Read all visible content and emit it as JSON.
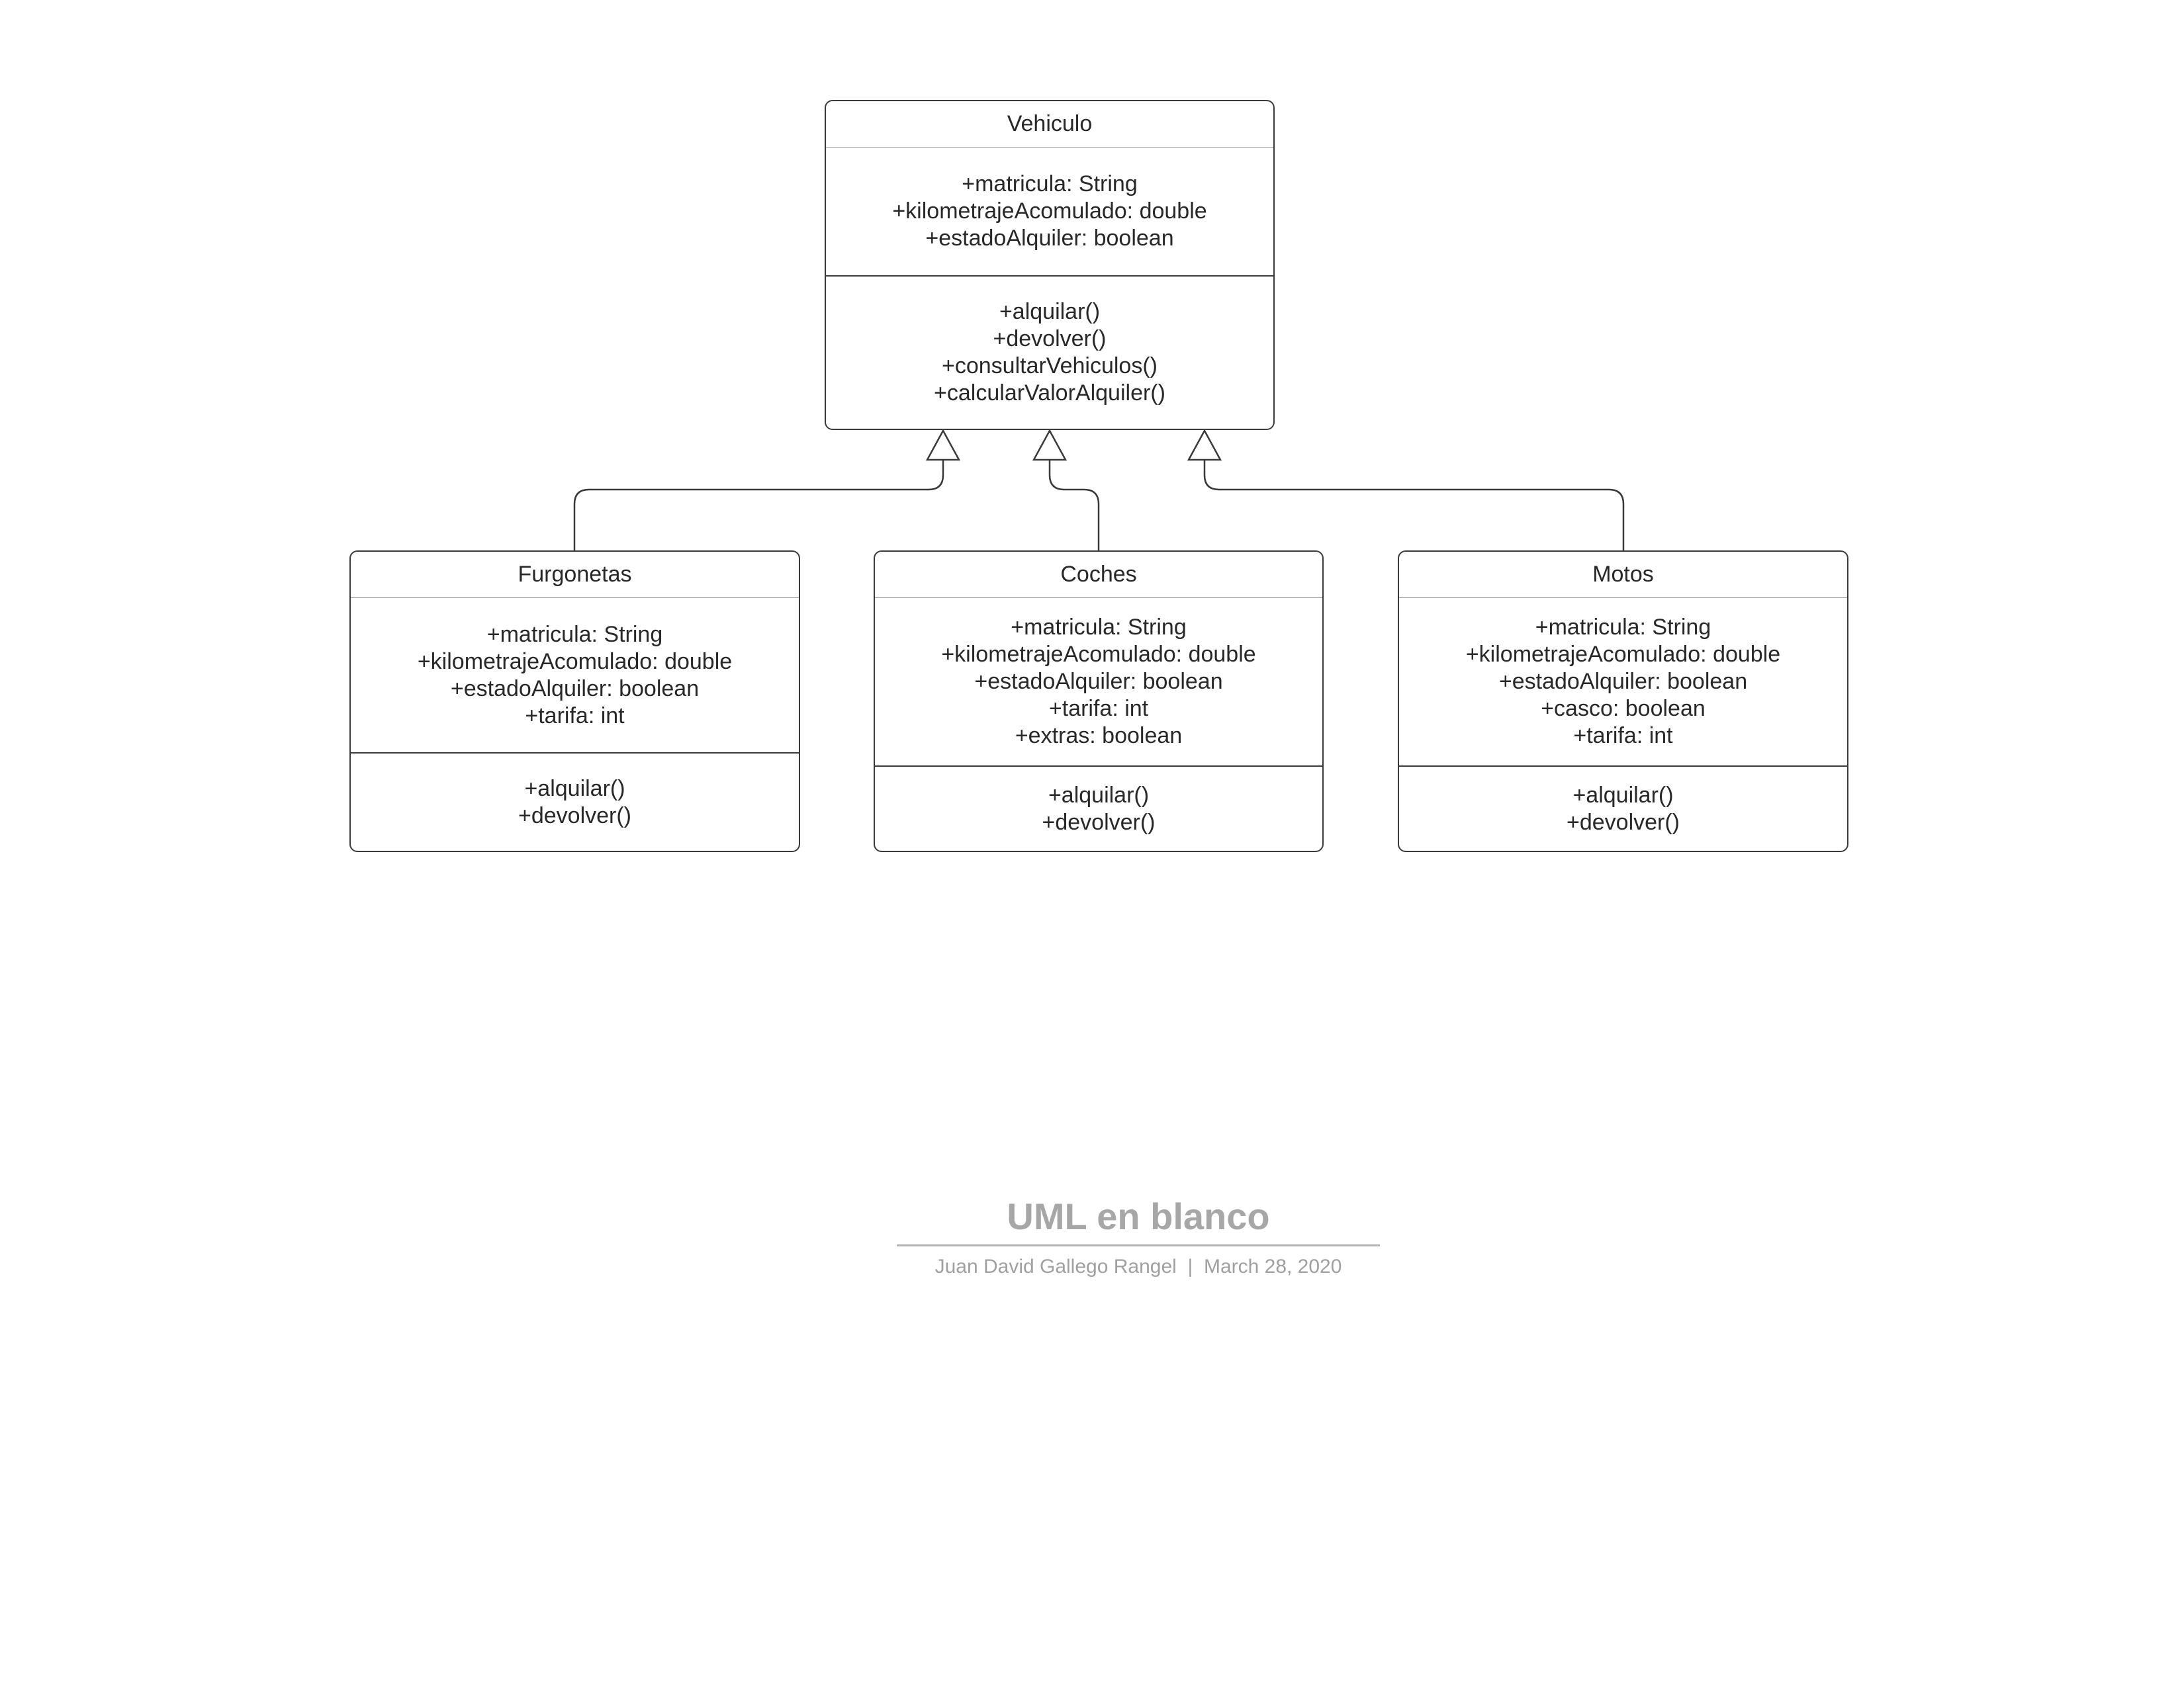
{
  "classes": {
    "vehiculo": {
      "name": "Vehiculo",
      "attributes": [
        "+matricula: String",
        "+kilometrajeAcomulado: double",
        "+estadoAlquiler: boolean"
      ],
      "methods": [
        "+alquilar()",
        "+devolver()",
        "+consultarVehiculos()",
        "+calcularValorAlquiler()"
      ]
    },
    "furgonetas": {
      "name": "Furgonetas",
      "attributes": [
        "+matricula: String",
        "+kilometrajeAcomulado: double",
        "+estadoAlquiler: boolean",
        "+tarifa: int"
      ],
      "methods": [
        "+alquilar()",
        "+devolver()"
      ]
    },
    "coches": {
      "name": "Coches",
      "attributes": [
        "+matricula: String",
        "+kilometrajeAcomulado: double",
        "+estadoAlquiler: boolean",
        "+tarifa: int",
        "+extras: boolean"
      ],
      "methods": [
        "+alquilar()",
        "+devolver()"
      ]
    },
    "motos": {
      "name": "Motos",
      "attributes": [
        "+matricula: String",
        "+kilometrajeAcomulado: double",
        "+estadoAlquiler: boolean",
        "+casco: boolean",
        "+tarifa: int"
      ],
      "methods": [
        "+alquilar()",
        "+devolver()"
      ]
    }
  },
  "relations": [
    {
      "type": "generalization",
      "from": "furgonetas",
      "to": "vehiculo"
    },
    {
      "type": "generalization",
      "from": "coches",
      "to": "vehiculo"
    },
    {
      "type": "generalization",
      "from": "motos",
      "to": "vehiculo"
    }
  ],
  "footer": {
    "title": "UML en blanco",
    "author": "Juan David Gallego Rangel",
    "separator": "|",
    "date": "March 28, 2020"
  },
  "colors": {
    "stroke": "#3a3a3a",
    "text": "#282828",
    "footer_text": "#a7a7a7"
  }
}
